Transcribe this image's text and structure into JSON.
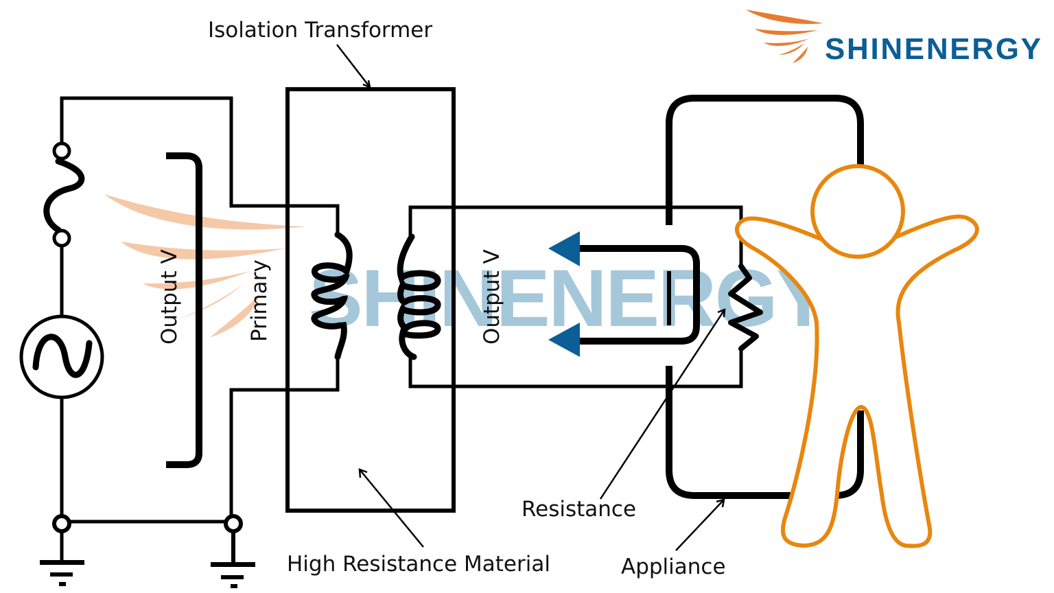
{
  "title": "Isolation Transformer Safety Diagram",
  "brand": {
    "name": "SHINENERGY",
    "text_color": "#0b5e96",
    "wing_color": "#e87b2f"
  },
  "watermark": {
    "text": "SHINENERGY",
    "text_color": "#a5c7da",
    "wing_color": "#f5c8a8"
  },
  "labels": {
    "isolation_transformer": "Isolation Transformer",
    "high_resistance_material": "High Resistance Material",
    "resistance": "Resistance",
    "appliance": "Appliance",
    "output_v_left": "Output V",
    "primary": "Primary",
    "output_v_right": "Output V"
  },
  "components": {
    "ac_source": "ac-source",
    "fuse": "fuse",
    "ground_left": "ground",
    "ground_right": "ground",
    "primary_coil_turns": 3,
    "secondary_coil_turns": 3
  },
  "colors": {
    "wire": "#000000",
    "current_arrow": "#0b5e96",
    "person": "#e8860e"
  }
}
